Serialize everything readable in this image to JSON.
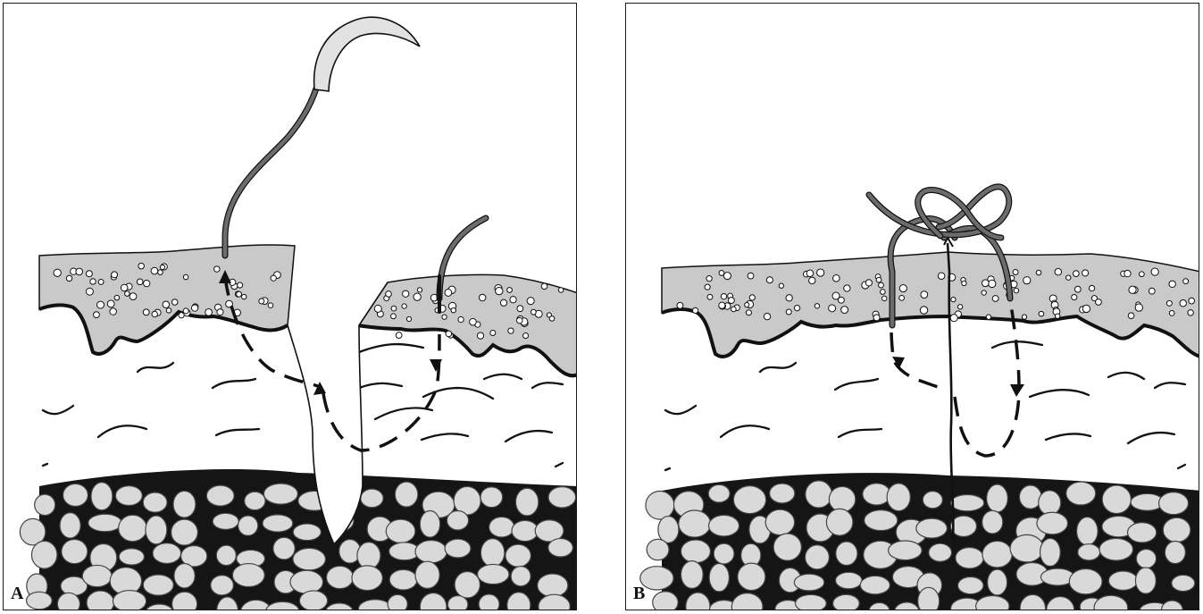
{
  "panels": [
    {
      "id": "A",
      "label": "A"
    },
    {
      "id": "B",
      "label": "B"
    }
  ],
  "colors": {
    "epidermis": "#c9c9c9",
    "granule": "#ffffff",
    "dermis": "#ffffff",
    "fat_background": "#151515",
    "fat_cell": "#d9d9d9",
    "suture": "#6c6c6c",
    "needle": "#e2e2e2",
    "outline": "#111111"
  },
  "icons": [
    "curved-needle-icon",
    "arrow-icon",
    "surgeon-knot-icon"
  ]
}
